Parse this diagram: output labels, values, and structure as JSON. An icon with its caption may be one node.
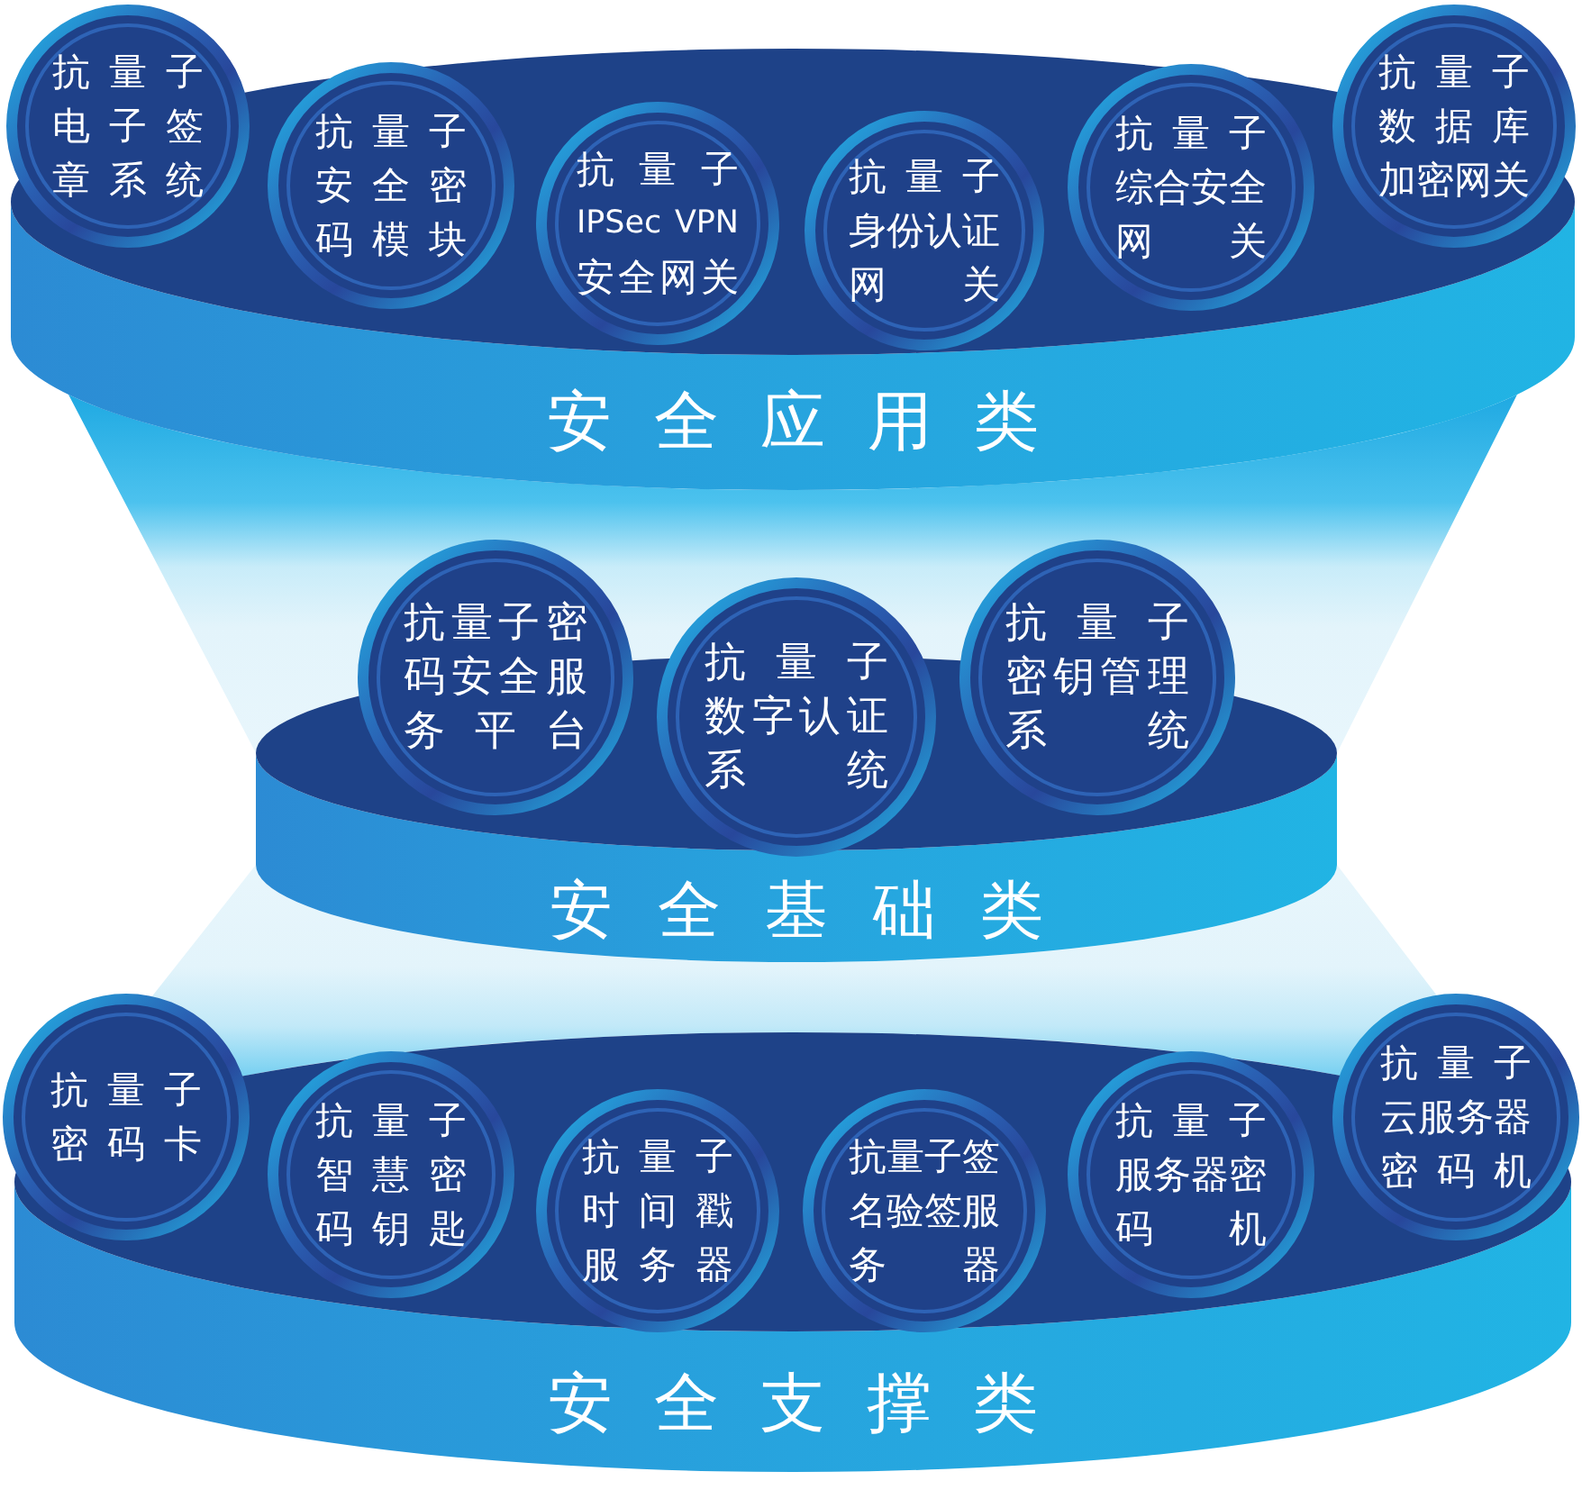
{
  "diagram": {
    "nodes": [
      {
        "text": [
          "安全应用类"
        ]
      },
      {
        "text": [
          "抗量子电子签章系统"
        ],
        "in": 0
      },
      {
        "text": [
          "抗量子安全密码模块"
        ],
        "in": 0
      },
      {
        "text": [
          "抗量子IPSec VPN安全网关"
        ],
        "in": 0
      },
      {
        "text": [
          "抗量子身份认证网关"
        ],
        "in": 0
      },
      {
        "text": [
          "抗量子综合安全网关"
        ],
        "in": 0
      },
      {
        "text": [
          "抗量子数据库加密网关"
        ],
        "in": 0
      },
      {
        "text": [
          "安全基础类"
        ]
      },
      {
        "text": [
          "抗量子密码安全服务平台"
        ]
      },
      {
        "text": [
          "抗量子数字认证系统"
        ]
      },
      {
        "text": [
          "抗量子密钥管理系统"
        ]
      },
      {
        "text": [
          "安全支撑类"
        ]
      },
      {
        "text": [
          "抗量子密码卡"
        ],
        "in": 11
      },
      {
        "text": [
          "抗量子智慧密码钥匙"
        ],
        "in": 11
      },
      {
        "text": [
          "抗量子时间戳服务器"
        ],
        "in": 11
      },
      {
        "text": [
          "抗量子签名验签服务器"
        ],
        "in": 11
      },
      {
        "text": [
          "抗量子服务器密码机"
        ],
        "in": 11
      },
      {
        "text": [
          "抗量子云服务器密码机"
        ],
        "in": 11
      }
    ]
  }
}
